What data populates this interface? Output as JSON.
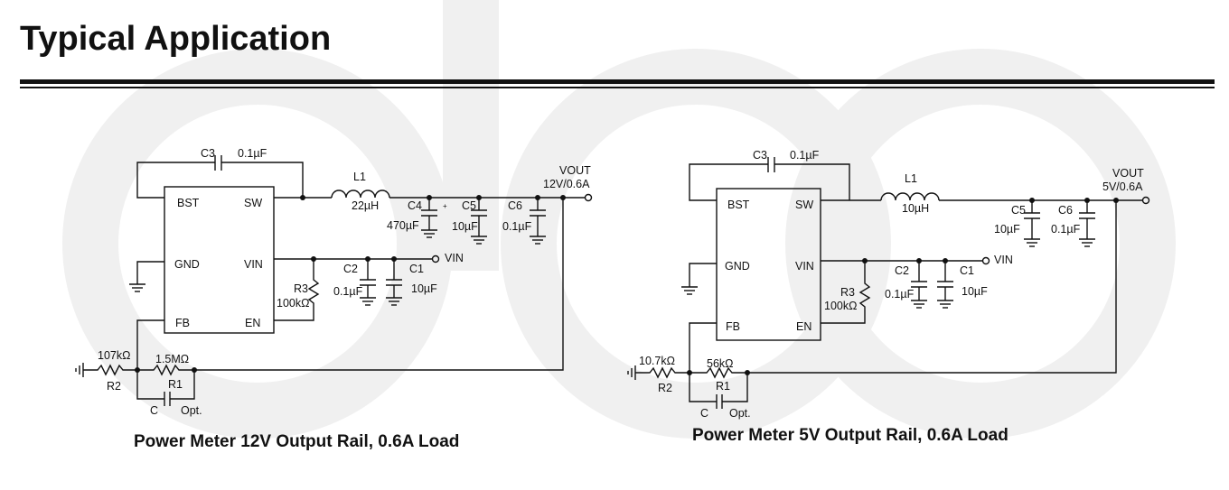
{
  "page": {
    "title": "Typical Application"
  },
  "watermark": {
    "text": "oloo"
  },
  "circuits": [
    {
      "caption": "Power Meter 12V Output Rail, 0.6A Load",
      "pins": {
        "bst": "BST",
        "sw": "SW",
        "gnd": "GND",
        "vin": "VIN",
        "fb": "FB",
        "en": "EN"
      },
      "components": {
        "c3_label": "C3",
        "c3_value": "0.1µF",
        "l1_label": "L1",
        "l1_value": "22µH",
        "c4_label": "C4",
        "c4_value": "470µF",
        "c4_plus": "+",
        "c5_label": "C5",
        "c5_value": "10µF",
        "c6_label": "C6",
        "c6_value": "0.1µF",
        "c2_label": "C2",
        "c2_value": "0.1µF",
        "c1_label": "C1",
        "c1_value": "10µF",
        "r3_label": "R3",
        "r3_value": "100kΩ",
        "r2_label": "R2",
        "r2_value": "107kΩ",
        "r1_label": "R1",
        "r1_value": "1.5MΩ",
        "c_label": "C",
        "c_opt": "Opt."
      },
      "vout": {
        "label": "V",
        "sub": "OUT",
        "value": "12V/0.6A"
      },
      "vin": {
        "label": "V",
        "sub": "IN"
      }
    },
    {
      "caption": "Power Meter 5V Output Rail, 0.6A Load",
      "pins": {
        "bst": "BST",
        "sw": "SW",
        "gnd": "GND",
        "vin": "VIN",
        "fb": "FB",
        "en": "EN"
      },
      "components": {
        "c3_label": "C3",
        "c3_value": "0.1µF",
        "l1_label": "L1",
        "l1_value": "10µH",
        "c5_label": "C5",
        "c5_value": "10µF",
        "c6_label": "C6",
        "c6_value": "0.1µF",
        "c2_label": "C2",
        "c2_value": "0.1µF",
        "c1_label": "C1",
        "c1_value": "10µF",
        "r3_label": "R3",
        "r3_value": "100kΩ",
        "r2_label": "R2",
        "r2_value": "10.7kΩ",
        "r1_label": "R1",
        "r1_value": "56kΩ",
        "c_label": "C",
        "c_opt": "Opt."
      },
      "vout": {
        "label": "V",
        "sub": "OUT",
        "value": "5V/0.6A"
      },
      "vin": {
        "label": "V",
        "sub": "IN"
      }
    }
  ]
}
